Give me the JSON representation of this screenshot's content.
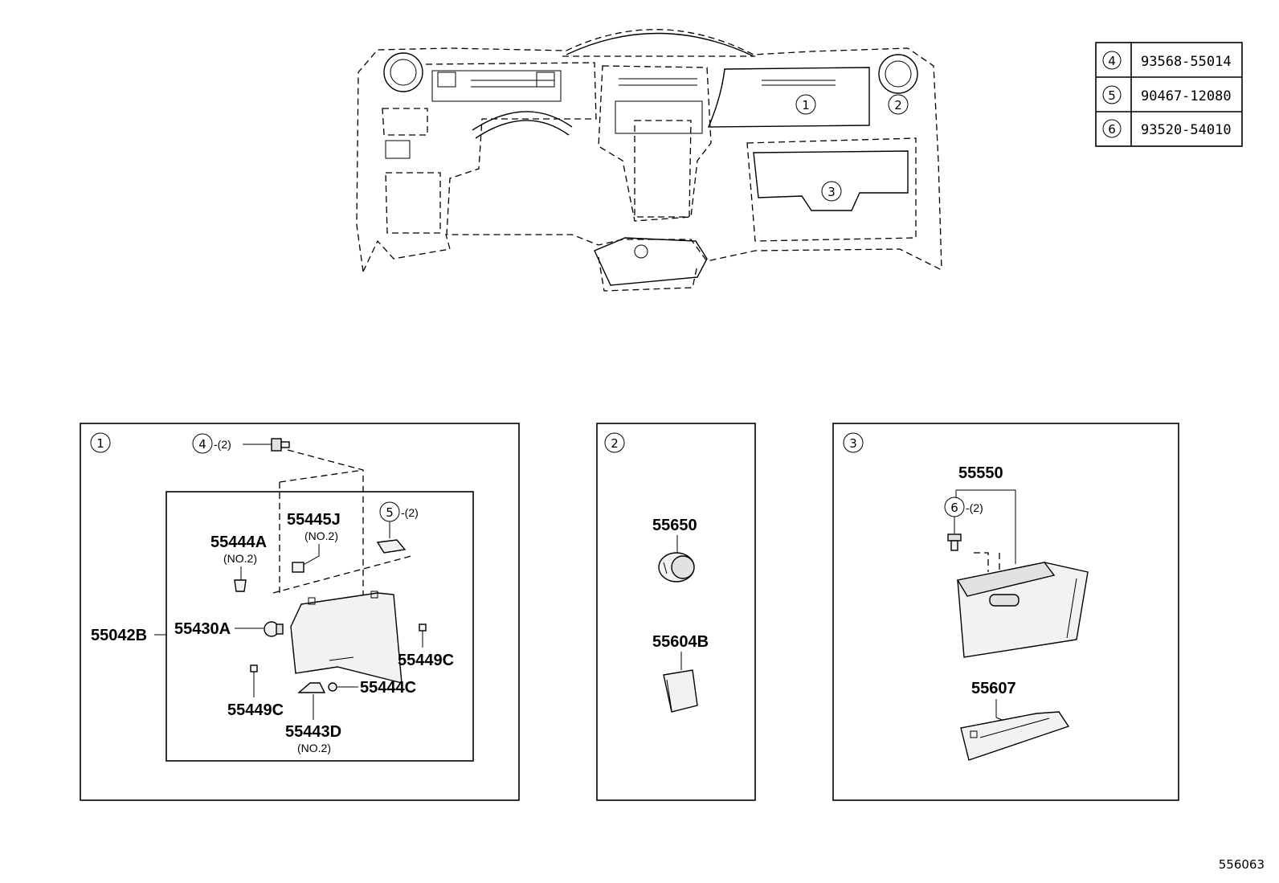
{
  "ref_table": [
    {
      "ref": "4",
      "part": "93568-55014"
    },
    {
      "ref": "5",
      "part": "90467-12080"
    },
    {
      "ref": "6",
      "part": "93520-54010"
    }
  ],
  "overview": {
    "callouts": [
      "1",
      "2",
      "3"
    ]
  },
  "panel1": {
    "number": "1",
    "labels": {
      "bolt_ref": "4",
      "bolt_qty": "-(2)",
      "clip_ref": "5",
      "clip_qty": "-(2)",
      "p55445J": "55445J",
      "p55445J_note": "(NO.2)",
      "p55444A": "55444A",
      "p55444A_note": "(NO.2)",
      "p55042B": "55042B",
      "p55430A": "55430A",
      "p55449C_right": "55449C",
      "p55444C": "55444C",
      "p55449C_left": "55449C",
      "p55443D": "55443D",
      "p55443D_note": "(NO.2)"
    }
  },
  "panel2": {
    "number": "2",
    "labels": {
      "p55650": "55650",
      "p55604B": "55604B"
    }
  },
  "panel3": {
    "number": "3",
    "labels": {
      "p55550": "55550",
      "screw_ref": "6",
      "screw_qty": "-(2)",
      "p55607": "55607"
    }
  },
  "footer": {
    "diagram_id": "556063"
  }
}
